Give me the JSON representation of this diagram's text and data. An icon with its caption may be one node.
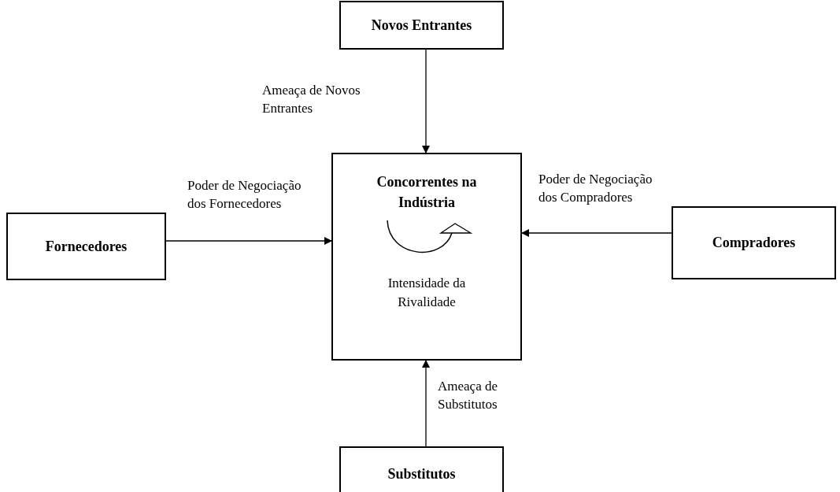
{
  "diagram": {
    "nodes": [
      {
        "text": [
          "Novos Entrantes"
        ]
      },
      {
        "text": [
          "Concorrentes na Indústria",
          "Intensidade da Rivalidade"
        ]
      },
      {
        "text": [
          "Fornecedores"
        ]
      },
      {
        "text": [
          "Compradores"
        ]
      },
      {
        "text": [
          "Substitutos"
        ]
      }
    ],
    "edges": [
      {
        "from": 0,
        "to": 1,
        "arrow": "to",
        "label": "Ameaça de Novos Entrantes"
      },
      {
        "from": 2,
        "to": 1,
        "arrow": "to",
        "label": "Poder de Negociação dos Fornecedores"
      },
      {
        "from": 3,
        "to": 1,
        "arrow": "to",
        "label": "Poder de Negociação dos Compradores"
      },
      {
        "from": 4,
        "to": 1,
        "arrow": "to",
        "label": "Ameaça de Substitutos"
      }
    ]
  }
}
